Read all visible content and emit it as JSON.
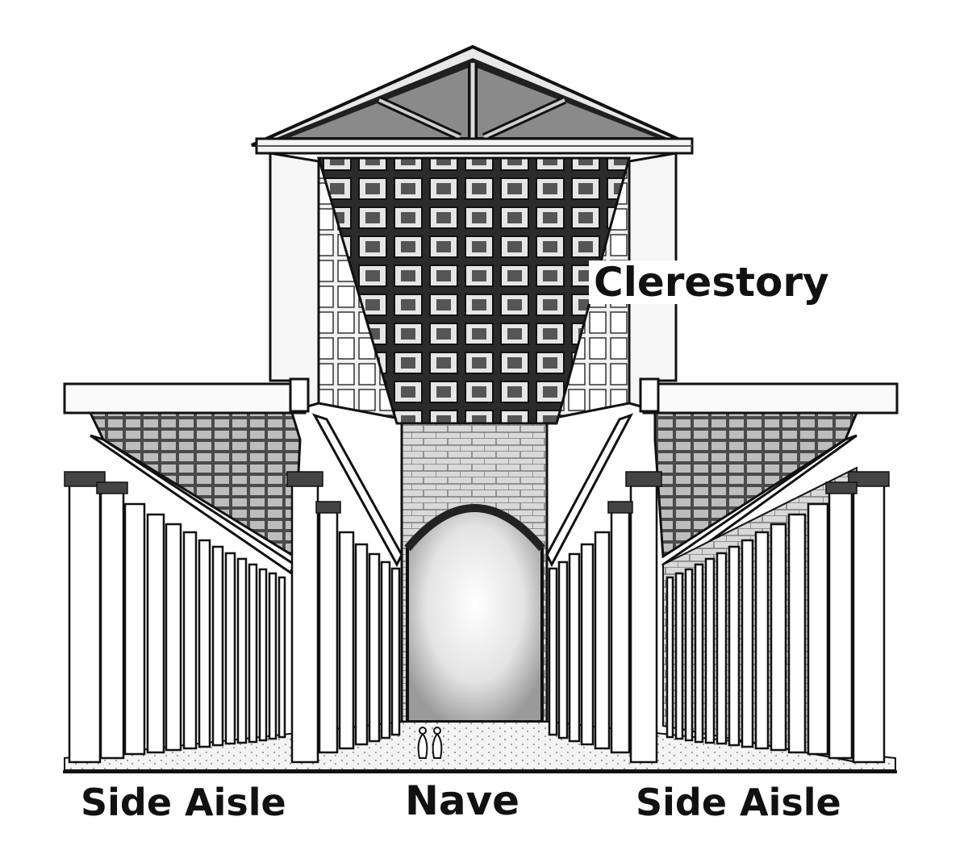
{
  "labels": {
    "clerestory": "Clerestory",
    "left_aisle": "Side Aisle",
    "nave": "Nave",
    "right_aisle": "Side Aisle"
  },
  "colors": {
    "ink": "#111111",
    "paper": "#ffffff",
    "shade": "#3a3a3a",
    "light_shade": "#cfcfcf"
  }
}
